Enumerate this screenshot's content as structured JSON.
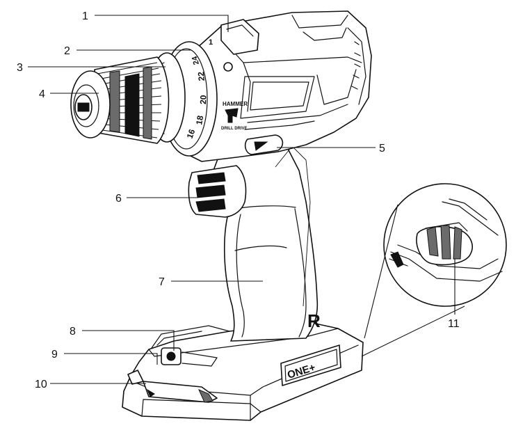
{
  "callouts": [
    {
      "number": "1"
    },
    {
      "number": "2"
    },
    {
      "number": "3"
    },
    {
      "number": "4"
    },
    {
      "number": "5"
    },
    {
      "number": "6"
    },
    {
      "number": "7"
    },
    {
      "number": "8"
    },
    {
      "number": "9"
    },
    {
      "number": "10"
    },
    {
      "number": "11"
    }
  ],
  "markings": {
    "torque_16": "16",
    "torque_18": "18",
    "torque_20": "20",
    "torque_22": "22",
    "torque_24": "24",
    "hammer_label": "HAMMER",
    "mode_label": "DRILL DRIVE",
    "handle_logo": "R",
    "battery_logo": "ONE+"
  },
  "colors": {
    "line": "#111111",
    "background": "#ffffff",
    "shade": "#6b6b6b"
  }
}
